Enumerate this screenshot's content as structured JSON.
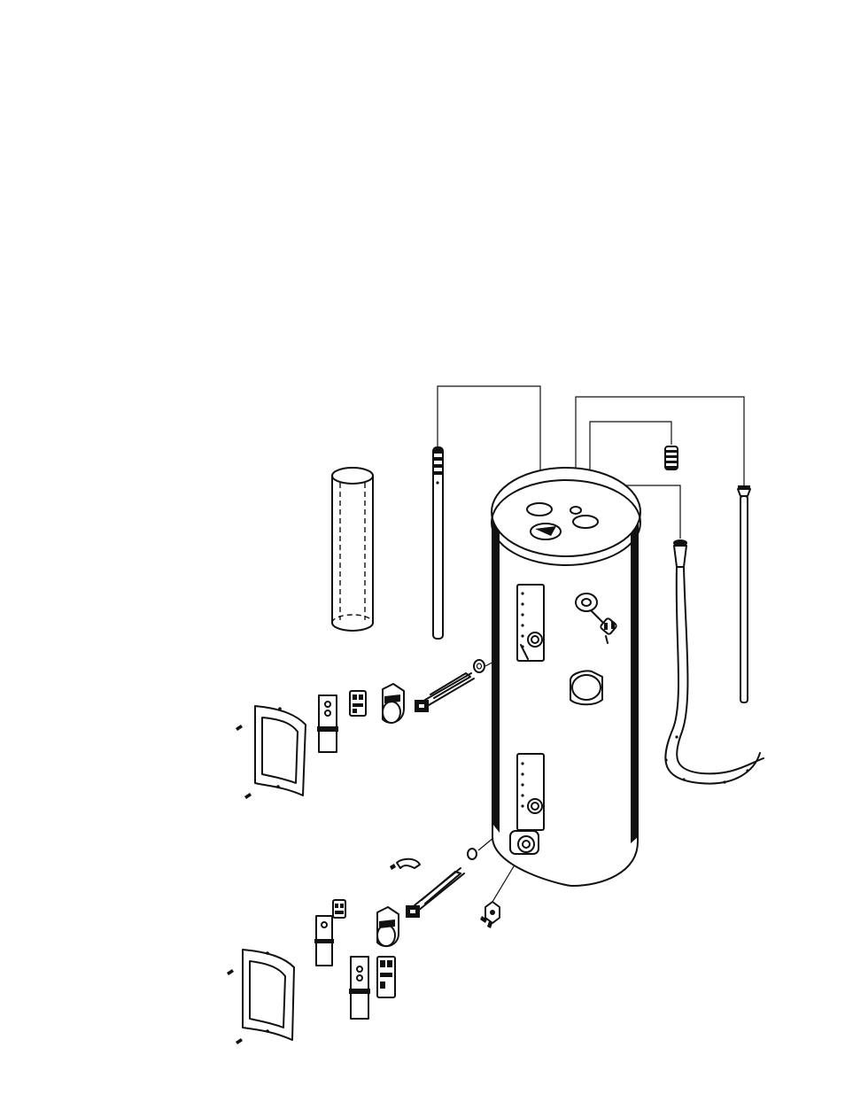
{
  "page": {
    "background": "#ffffff",
    "line_color": "#111111"
  },
  "diagram": {
    "kind": "exploded parts view",
    "subject": "water-heater-tank",
    "parts": [
      "water-heater-tank",
      "jacket-sleeve",
      "dip-tube",
      "anode-rod",
      "relief-valve-pipe",
      "pipe-nipple",
      "flexible-hose",
      "temperature-pressure-relief-valve",
      "drain-valve",
      "upper-heating-element",
      "lower-heating-element",
      "upper-element-gasket",
      "lower-element-gasket",
      "upper-element-bracket",
      "lower-element-bracket",
      "upper-thermostat",
      "lower-thermostat",
      "upper-insulation-clip",
      "lower-insulation-clip",
      "upper-access-cover",
      "lower-access-cover",
      "cover-screws",
      "terminal-block",
      "wire-connector"
    ]
  }
}
